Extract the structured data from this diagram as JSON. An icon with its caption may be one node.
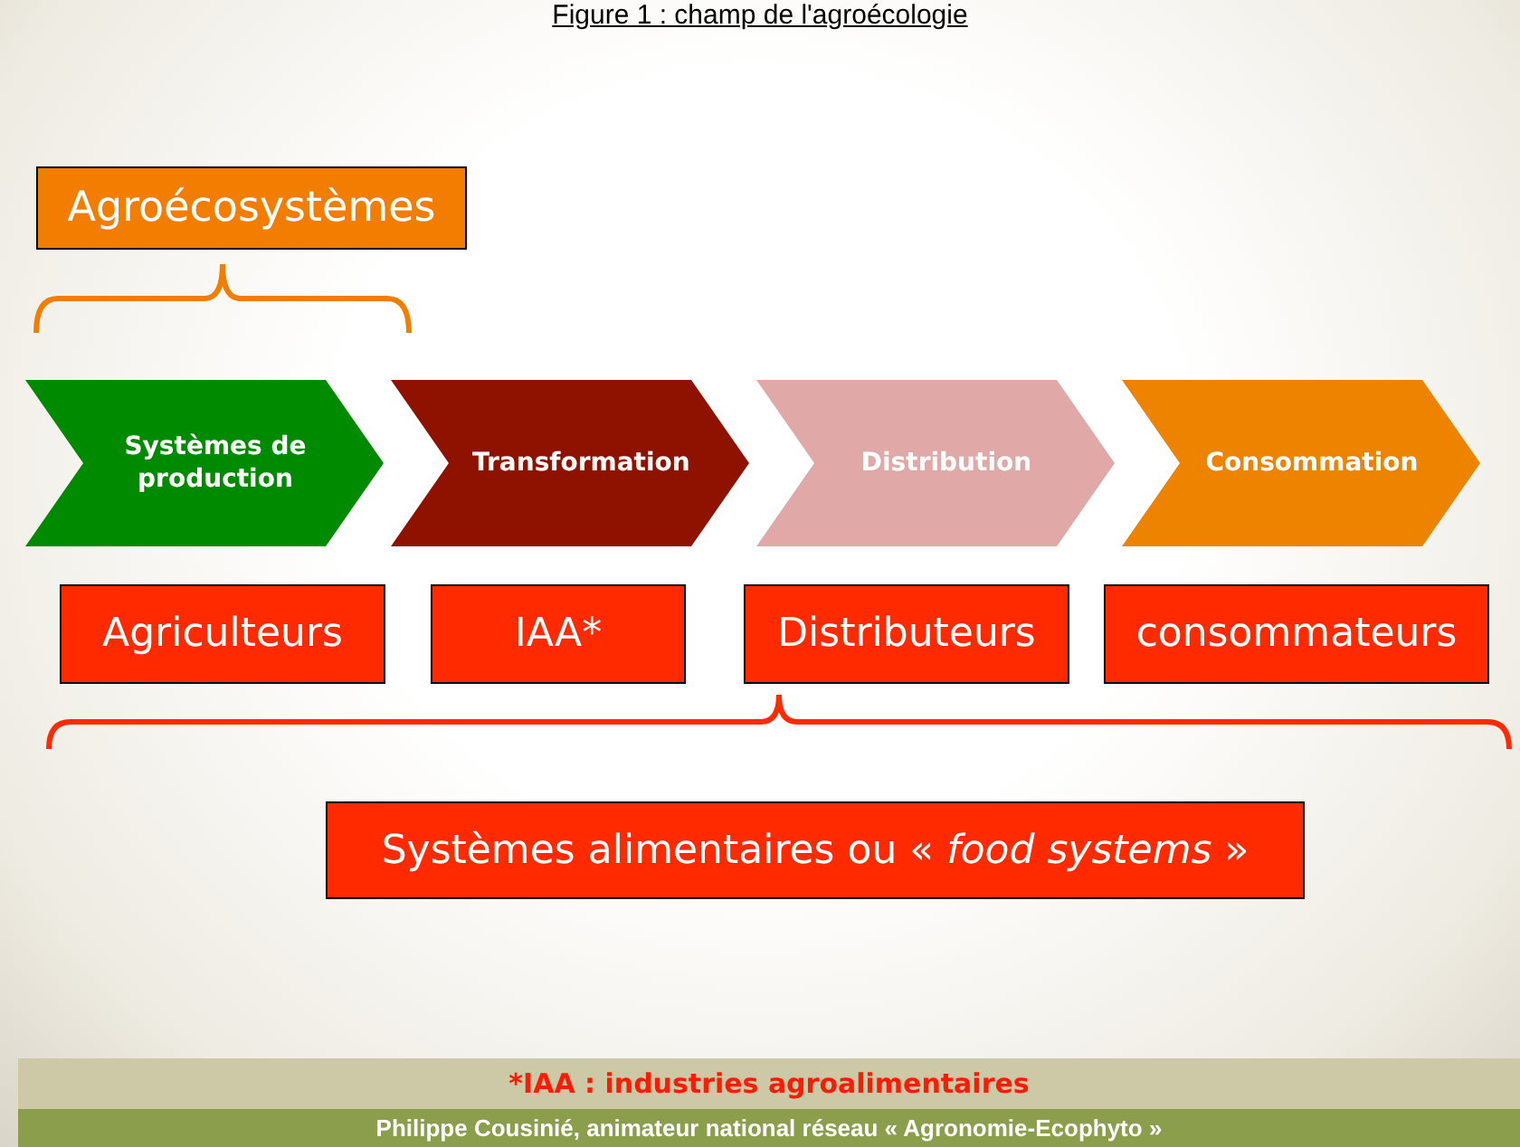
{
  "diagram": {
    "title": "Figure 1 : champ de l'agroécologie",
    "nodes": [
      {
        "text": [
          "Agroécosystèmes"
        ]
      },
      {
        "text": [
          "Systèmes de production"
        ]
      },
      {
        "text": [
          "Transformation"
        ]
      },
      {
        "text": [
          "Distribution"
        ]
      },
      {
        "text": [
          "Consommation"
        ]
      },
      {
        "text": [
          "Agriculteurs"
        ]
      },
      {
        "text": [
          "IAA*"
        ]
      },
      {
        "text": [
          "Distributeurs"
        ]
      },
      {
        "text": [
          "consommateurs"
        ]
      },
      {
        "text": [
          "Systèmes alimentaires ou « *food systems* »"
        ]
      }
    ],
    "labels": [
      "*IAA : industries agroalimentaires",
      "Philippe Cousinié, animateur national réseau « Agronomie-Ecophyto »"
    ]
  }
}
